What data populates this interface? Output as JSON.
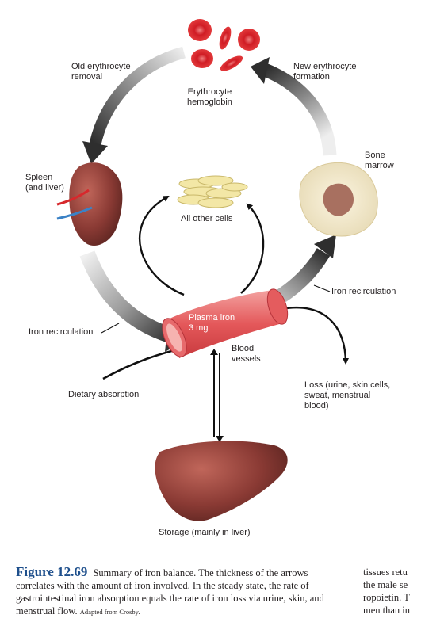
{
  "labels": {
    "old_erythrocyte_removal": "Old erythrocyte\nremoval",
    "new_erythrocyte_formation": "New erythrocyte\nformation",
    "erythrocyte_hemoglobin": "Erythrocyte\nhemoglobin",
    "bone_marrow": "Bone\nmarrow",
    "spleen_liver": "Spleen\n(and liver)",
    "all_other_cells": "All other cells",
    "iron_recirculation_right": "Iron recirculation",
    "iron_recirculation_left": "Iron recirculation",
    "plasma_iron": "Plasma iron\n3 mg",
    "blood_vessels": "Blood\nvessels",
    "loss": "Loss (urine, skin cells,\nsweat, menstrual\nblood)",
    "dietary_absorption": "Dietary absorption",
    "storage": "Storage (mainly in liver)"
  },
  "caption": {
    "figure_number": "Figure 12.69",
    "text": "Summary of iron balance. The thickness of the arrows correlates with the amount of iron involved. In the steady state, the rate of gastrointestinal iron absorption equals the rate of iron loss via urine, skin, and menstrual flow.",
    "source": "Adapted from Crosby."
  },
  "side_text": "tissues retu\nthe male se\nropoietin. T\nmen than in",
  "colors": {
    "arrow_dark": "#3a3a3a",
    "arrow_light": "#dcdcdc",
    "erythrocyte": "#e0242c",
    "organ": "#8a3a34",
    "vessel": "#e4585a",
    "marrow": "#f3ead0",
    "marrow_core": "#a87060",
    "caption_blue": "#1e4f8c"
  }
}
